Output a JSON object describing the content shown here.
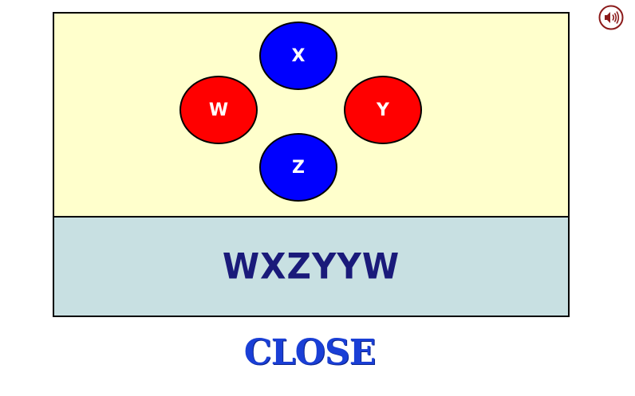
{
  "board": {
    "circles": [
      {
        "label": "X",
        "color": "#0000ff"
      },
      {
        "label": "W",
        "color": "#ff0000"
      },
      {
        "label": "Y",
        "color": "#ff0000"
      },
      {
        "label": "Z",
        "color": "#0000ff"
      }
    ],
    "answer": "WXZYYW"
  },
  "controls": {
    "close_label": "CLOSE",
    "sound_icon": "speaker-icon"
  },
  "colors": {
    "play_area": "#ffffcc",
    "answer_area": "#c8e0e2",
    "answer_text": "#1a1a7a",
    "close_text": "#1a3fd6",
    "sound_icon": "#8b1a1a"
  }
}
